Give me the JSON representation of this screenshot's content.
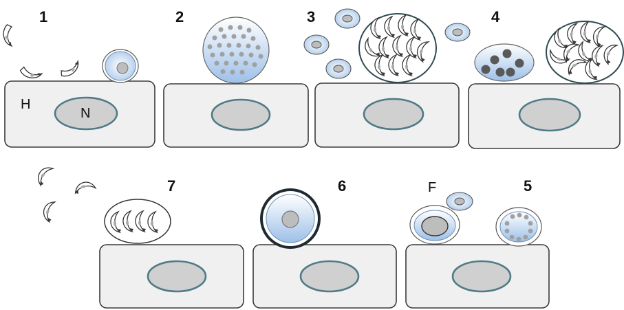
{
  "stage_labels": [
    "1",
    "2",
    "3",
    "4",
    "5",
    "6",
    "7"
  ],
  "host_label": "H",
  "nucleus_label": "N",
  "fusion_label": "F",
  "colors": {
    "host_cell_fill": "#f0f0f0",
    "nucleus_fill": "#d0d0d0",
    "nucleus_stroke": "#4f7a86",
    "cyst_gradient_light": "#ffffff",
    "cyst_gradient_blue": "#a9c8ea",
    "dark_dots": "#595959",
    "light_dots": "#a0a0a0"
  }
}
